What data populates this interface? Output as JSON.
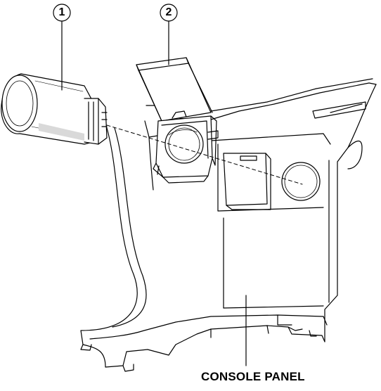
{
  "callouts": [
    {
      "number": "1"
    },
    {
      "number": "2"
    }
  ],
  "labels": {
    "console_panel": "CONSOLE PANEL"
  },
  "colors": {
    "line": "#000000",
    "background": "#ffffff",
    "shade": "#e6e6e6"
  }
}
